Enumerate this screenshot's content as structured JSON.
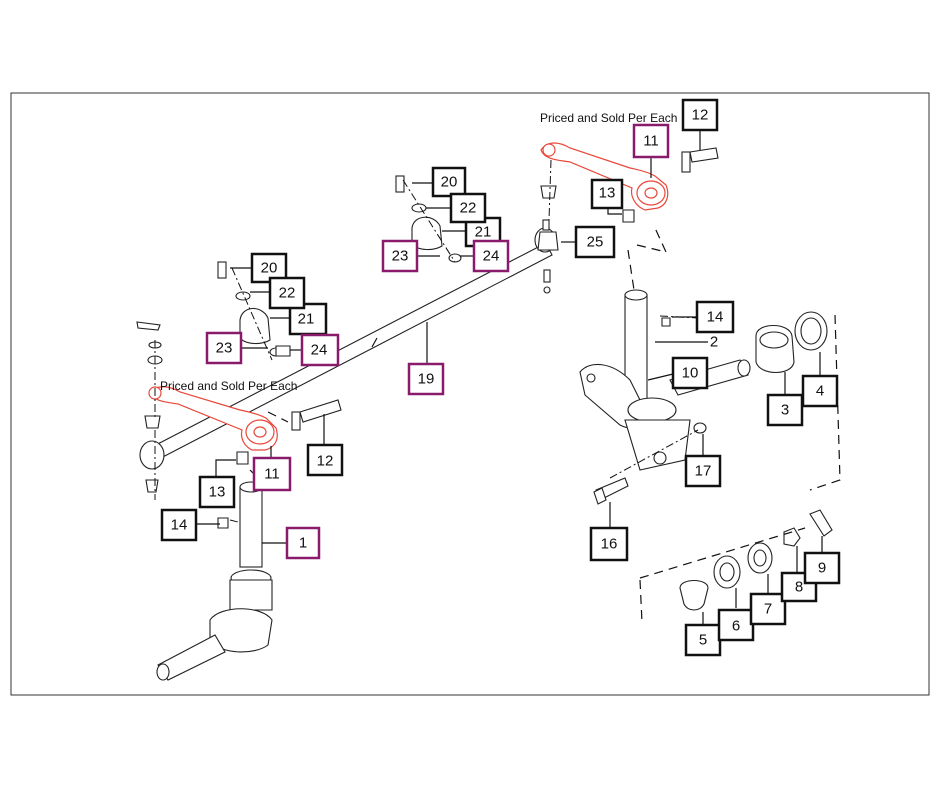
{
  "diagram": {
    "note_right": "Priced and Sold Per Each",
    "note_left": "Priced and Sold Per Each",
    "colors": {
      "highlight_box": "#8a1a6c",
      "normal_box": "#111111",
      "arm_outline": "#e8483a"
    },
    "callouts": [
      {
        "id": "c1",
        "label": "1",
        "highlight": true
      },
      {
        "id": "c2",
        "label": "2",
        "highlight": false
      },
      {
        "id": "c3",
        "label": "3",
        "highlight": false
      },
      {
        "id": "c4",
        "label": "4",
        "highlight": false
      },
      {
        "id": "c5",
        "label": "5",
        "highlight": false
      },
      {
        "id": "c6",
        "label": "6",
        "highlight": false
      },
      {
        "id": "c7",
        "label": "7",
        "highlight": false
      },
      {
        "id": "c8",
        "label": "8",
        "highlight": false
      },
      {
        "id": "c9",
        "label": "9",
        "highlight": false
      },
      {
        "id": "c10",
        "label": "10",
        "highlight": false
      },
      {
        "id": "c11a",
        "label": "11",
        "highlight": true
      },
      {
        "id": "c11b",
        "label": "11",
        "highlight": true
      },
      {
        "id": "c12a",
        "label": "12",
        "highlight": false
      },
      {
        "id": "c12b",
        "label": "12",
        "highlight": false
      },
      {
        "id": "c13a",
        "label": "13",
        "highlight": false
      },
      {
        "id": "c13b",
        "label": "13",
        "highlight": false
      },
      {
        "id": "c14a",
        "label": "14",
        "highlight": false
      },
      {
        "id": "c14b",
        "label": "14",
        "highlight": false
      },
      {
        "id": "c16",
        "label": "16",
        "highlight": false
      },
      {
        "id": "c17",
        "label": "17",
        "highlight": false
      },
      {
        "id": "c19",
        "label": "19",
        "highlight": true
      },
      {
        "id": "c20a",
        "label": "20",
        "highlight": false
      },
      {
        "id": "c20b",
        "label": "20",
        "highlight": false
      },
      {
        "id": "c21a",
        "label": "21",
        "highlight": false
      },
      {
        "id": "c21b",
        "label": "21",
        "highlight": false
      },
      {
        "id": "c22a",
        "label": "22",
        "highlight": false
      },
      {
        "id": "c22b",
        "label": "22",
        "highlight": false
      },
      {
        "id": "c23a",
        "label": "23",
        "highlight": true
      },
      {
        "id": "c23b",
        "label": "23",
        "highlight": true
      },
      {
        "id": "c24a",
        "label": "24",
        "highlight": true
      },
      {
        "id": "c24b",
        "label": "24",
        "highlight": true
      },
      {
        "id": "c25",
        "label": "25",
        "highlight": false
      }
    ]
  }
}
